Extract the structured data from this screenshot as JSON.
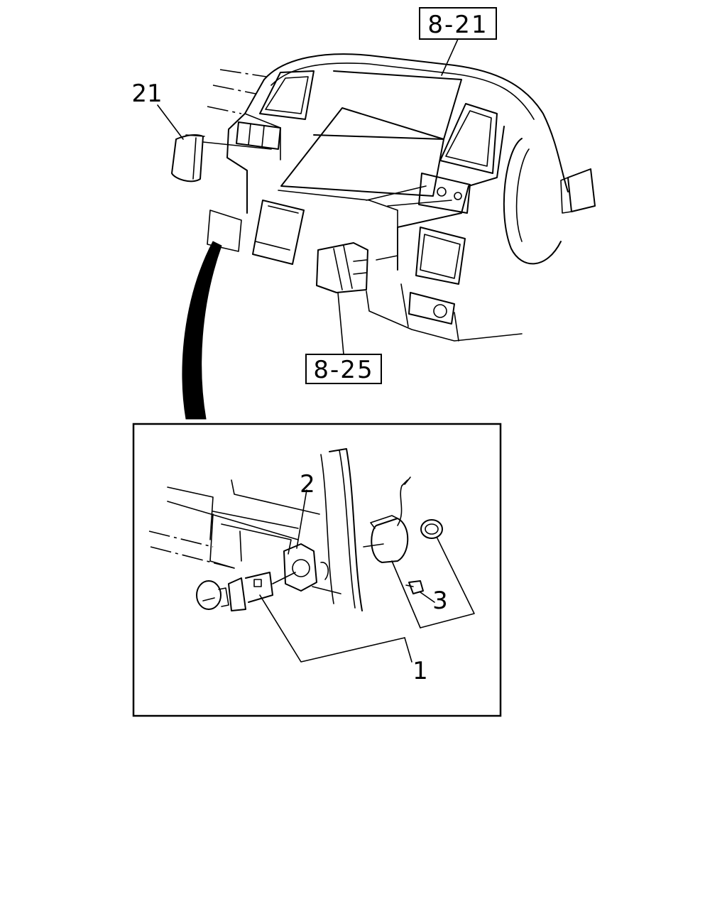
{
  "callouts": {
    "ref_top": "8-21",
    "ref_bottom": "8-25",
    "part_21": "21",
    "part_2": "2",
    "part_3": "3",
    "part_1": "1"
  }
}
